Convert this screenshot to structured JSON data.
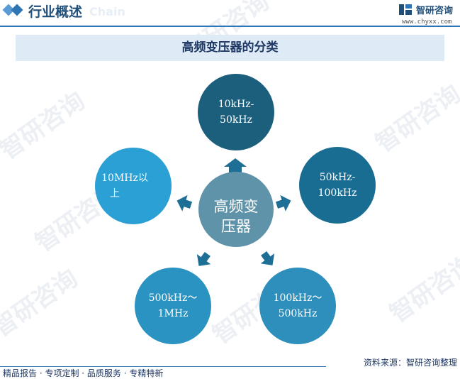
{
  "header": {
    "section_title": "行业概述",
    "ghost_text": "Chain",
    "brand_name": "智研咨询",
    "brand_url": "www.chyxx.com"
  },
  "diagram": {
    "title": "高频变压器的分类",
    "center": {
      "line1": "高频变",
      "line2": "压器"
    },
    "nodes": [
      {
        "id": "top",
        "line1": "10kHz-",
        "line2": "50kHz"
      },
      {
        "id": "right",
        "line1": "50kHz-",
        "line2": "100kHz"
      },
      {
        "id": "bottom-right",
        "line1": "100kHz～",
        "line2": "500kHz"
      },
      {
        "id": "bottom-left",
        "line1": "500kHz～",
        "line2": "1MHz"
      },
      {
        "id": "left",
        "line1": "10MHz以",
        "line2": "上"
      }
    ]
  },
  "colors": {
    "center": "#5f93a9",
    "top": "#1b5f7c",
    "right": "#196d92",
    "bottom-right": "#2e8fbc",
    "bottom-left": "#2b93c2",
    "left": "#2aa0d5",
    "arrow": "#1e6f96"
  },
  "watermark": {
    "text": "智研咨询"
  },
  "source": "资料来源：智研咨询整理",
  "footer": "精品报告 · 专项定制 · 品质服务 · 专精特新"
}
